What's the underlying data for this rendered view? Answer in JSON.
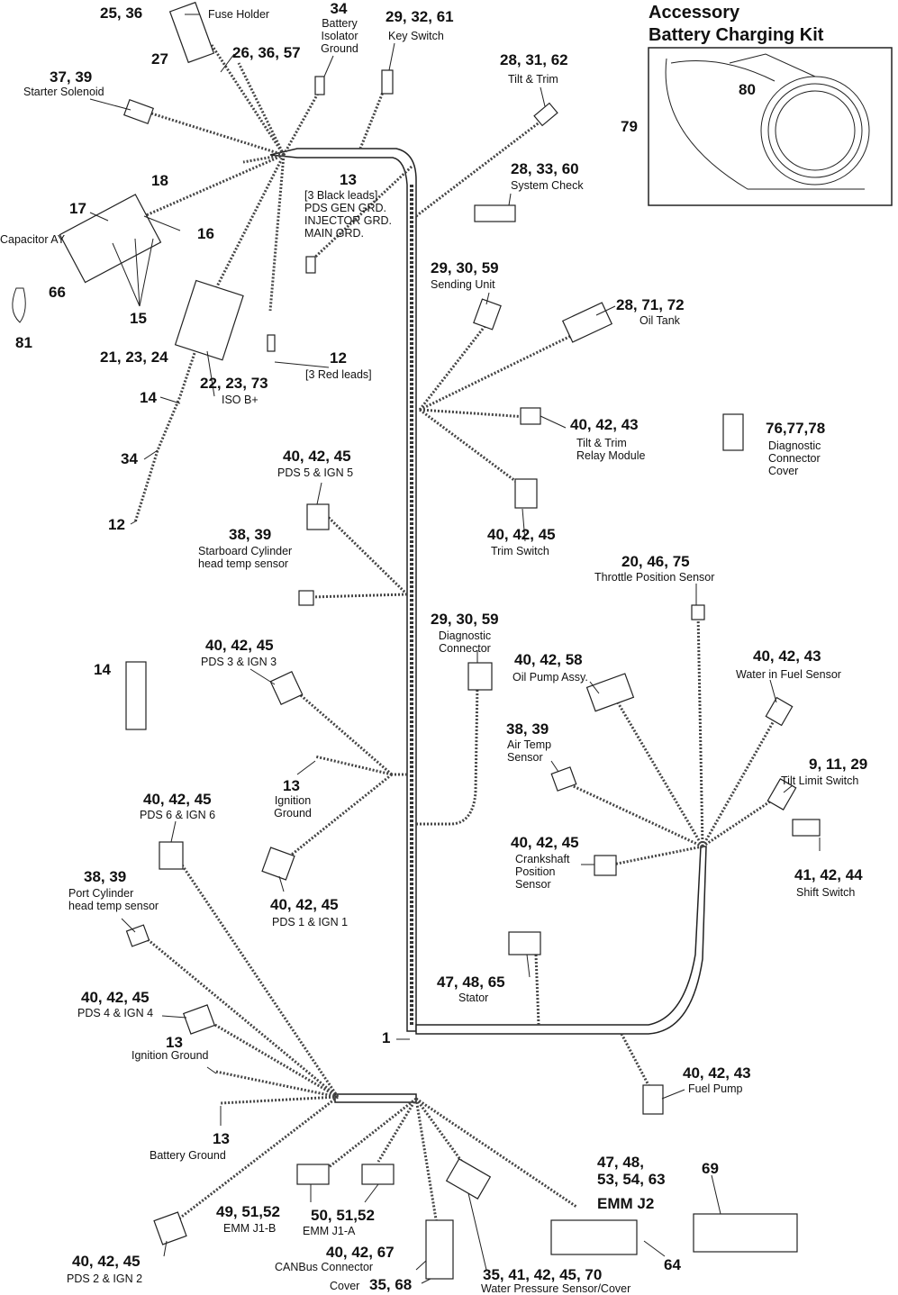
{
  "kit": {
    "title_1": "Accessory",
    "title_2": "Battery Charging Kit",
    "num_79": "79",
    "num_80": "80"
  },
  "labels": {
    "fuse_num": "25, 36",
    "fuse_desc": "Fuse Holder",
    "n27": "27",
    "n26": "26, 36, 57",
    "isolator_num": "34",
    "isolator_desc": "Battery\nIsolator\nGround",
    "key_num": "29, 32, 61",
    "key_desc": "Key Switch",
    "solenoid_num": "37, 39",
    "solenoid_desc": "Starter Solenoid",
    "tilt_num": "28, 31, 62",
    "tilt_desc": "Tilt & Trim",
    "gnd13_num": "13",
    "gnd13_desc": "[3 Black leads]\nPDS GEN GRD.\nINJECTOR GRD.\nMAIN GRD.",
    "syscheck_num": "28, 33, 60",
    "syscheck_desc": "System Check",
    "n18": "18",
    "n17": "17",
    "n16": "16",
    "cap_desc": "Capacitor AY",
    "n66": "66",
    "n15": "15",
    "n81": "81",
    "sending_num": "29, 30, 59",
    "sending_desc": "Sending Unit",
    "oil_num": "28, 71, 72",
    "oil_desc": "Oil Tank",
    "n21": "21, 23, 24",
    "red12_num": "12",
    "red12_desc": "[3 Red leads]",
    "iso_num": "22, 23, 73",
    "iso_desc": "ISO B+",
    "n14a": "14",
    "relay_num": "40, 42, 43",
    "relay_desc": "Tilt & Trim\nRelay Module",
    "diagcov_num": "76,77,78",
    "diagcov_desc": "Diagnostic\nConnector\nCover",
    "n34": "34",
    "pds5_num": "40, 42, 45",
    "pds5_desc": "PDS 5 & IGN 5",
    "n12": "12",
    "trim_num": "40, 42, 45",
    "trim_desc": "Trim Switch",
    "stbd_num": "38, 39",
    "stbd_desc": "Starboard Cylinder\nhead temp sensor",
    "tps_num": "20, 46, 75",
    "tps_desc": "Throttle Position Sensor",
    "diag_num": "29, 30, 59",
    "diag_desc": "Diagnostic\nConnector",
    "pds3_num": "40, 42, 45",
    "pds3_desc": "PDS 3 & IGN 3",
    "oilpump_num": "40, 42, 58",
    "oilpump_desc": "Oil Pump Assy.",
    "wif_num": "40, 42, 43",
    "wif_desc": "Water in Fuel Sensor",
    "n14b": "14",
    "air_num": "38, 39",
    "air_desc": "Air Temp\nSensor",
    "ign13_num": "13",
    "ign13_desc": "Ignition\nGround",
    "tiltlim_num": "9, 11, 29",
    "tiltlim_desc": "Tilt Limit Switch",
    "pds6_num": "40, 42, 45",
    "pds6_desc": "PDS 6 & IGN 6",
    "crank_num": "40, 42, 45",
    "crank_desc": "Crankshaft\nPosition\nSensor",
    "shift_num": "41, 42, 44",
    "shift_desc": "Shift Switch",
    "port_num": "38, 39",
    "port_desc": "Port Cylinder\nhead temp sensor",
    "pds1_num": "40, 42, 45",
    "pds1_desc": "PDS 1 & IGN 1",
    "stator_num": "47, 48, 65",
    "stator_desc": "Stator",
    "pds4_num": "40, 42, 45",
    "pds4_desc": "PDS 4 & IGN 4",
    "n1": "1",
    "ign13b_num": "13",
    "ign13b_desc": "Ignition Ground",
    "fuel_num": "40, 42, 43",
    "fuel_desc": "Fuel Pump",
    "batt_num": "13",
    "batt_desc": "Battery Ground",
    "j2_num": "47, 48,\n53, 54, 63",
    "j2_desc": "EMM J2",
    "n69": "69",
    "j1b_num": "49, 51,52",
    "j1b_desc": "EMM J1-B",
    "j1a_num": "50, 51,52",
    "j1a_desc": "EMM J1-A",
    "can_num": "40, 42, 67",
    "can_desc": "CANBus Connector",
    "n64": "64",
    "pds2_num": "40, 42, 45",
    "pds2_desc": "PDS 2 & IGN 2",
    "cover_desc": "Cover",
    "cover_num": "35, 68",
    "wps_num": "35, 41, 42, 45, 70",
    "wps_desc": "Water Pressure Sensor/Cover"
  }
}
